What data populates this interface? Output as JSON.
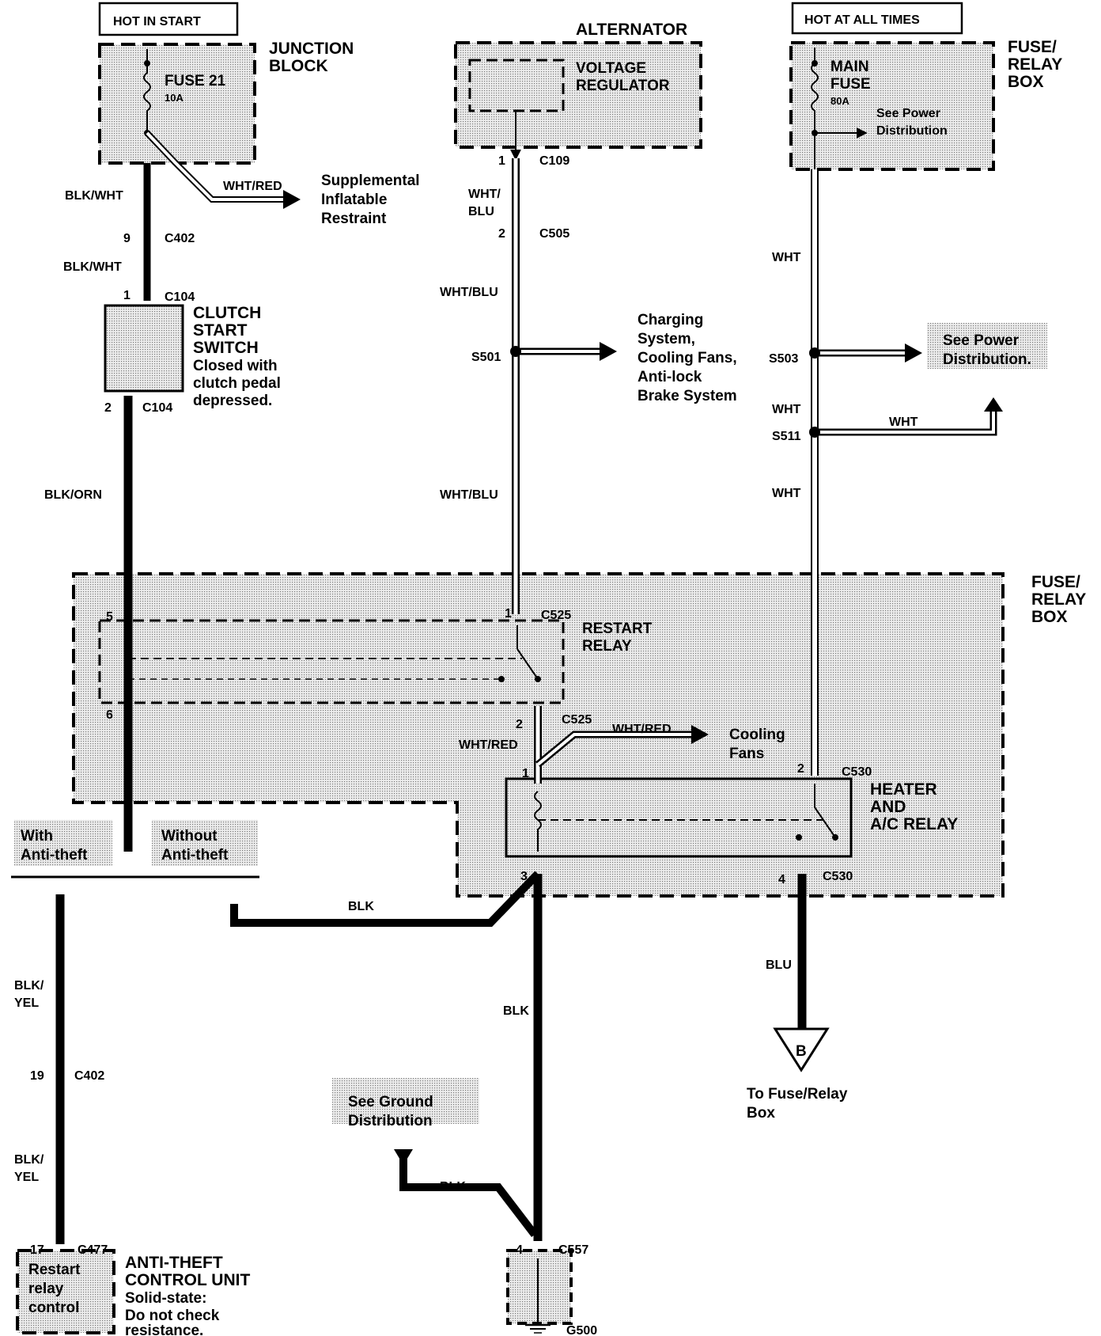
{
  "headers": {
    "hot_in_start": "HOT IN START",
    "hot_at_all_times": "HOT AT ALL TIMES"
  },
  "components": {
    "junction_block": {
      "line1": "JUNCTION",
      "line2": "BLOCK",
      "fuse_name": "FUSE 21",
      "fuse_rating": "10A"
    },
    "alternator": {
      "title": "ALTERNATOR",
      "regulator_line1": "VOLTAGE",
      "regulator_line2": "REGULATOR"
    },
    "fuse_relay_box_top": {
      "line1": "FUSE/",
      "line2": "RELAY",
      "line3": "BOX",
      "main_fuse_line1": "MAIN",
      "main_fuse_line2": "FUSE",
      "rating": "80A",
      "see_line1": "See Power",
      "see_line2": "Distribution"
    },
    "clutch_start_switch": {
      "line1": "CLUTCH",
      "line2": "START",
      "line3": "SWITCH",
      "note1": "Closed with",
      "note2": "clutch pedal",
      "note3": "depressed."
    },
    "fuse_relay_box_main": {
      "line1": "FUSE/",
      "line2": "RELAY",
      "line3": "BOX"
    },
    "restart_relay": {
      "line1": "RESTART",
      "line2": "RELAY"
    },
    "heater_ac_relay": {
      "line1": "HEATER",
      "line2": "AND",
      "line3": "A/C RELAY"
    },
    "anti_theft": {
      "title1": "ANTI-THEFT",
      "title2": "CONTROL UNIT",
      "note1": "Solid-state:",
      "note2": "Do not check",
      "note3": "resistance.",
      "box1": "Restart",
      "box2": "relay",
      "box3": "control"
    }
  },
  "options": {
    "with_line1": "With",
    "with_line2": "Anti-theft",
    "without_line1": "Without",
    "without_line2": "Anti-theft"
  },
  "destinations": {
    "sir_line1": "Supplemental",
    "sir_line2": "Inflatable",
    "sir_line3": "Restraint",
    "charging_line1": "Charging",
    "charging_line2": "System,",
    "charging_line3": "Cooling Fans,",
    "charging_line4": "Anti-lock",
    "charging_line5": "Brake System",
    "power_line1": "See Power",
    "power_line2": "Distribution.",
    "cooling_line1": "Cooling",
    "cooling_line2": "Fans",
    "to_box_line1": "To Fuse/Relay",
    "to_box_line2": "Box",
    "ground_line1": "See Ground",
    "ground_line2": "Distribution",
    "offpage_marker": "B"
  },
  "wires": {
    "blk_wht_1": "BLK/WHT",
    "wht_red_sir": "WHT/RED",
    "blk_wht_2": "BLK/WHT",
    "blk_orn": "BLK/ORN",
    "wht_blu_a": "WHT/",
    "wht_blu_b": "BLU",
    "wht_blu_1": "WHT/BLU",
    "wht_blu_2": "WHT/BLU",
    "wht_1": "WHT",
    "wht_2": "WHT",
    "wht_3": "WHT",
    "wht_4": "WHT",
    "wht_red_1": "WHT/RED",
    "wht_red_2": "WHT/RED",
    "blk_yel_1a": "BLK/",
    "blk_yel_1b": "YEL",
    "blk_yel_2a": "BLK/",
    "blk_yel_2b": "YEL",
    "blk_1": "BLK",
    "blk_2": "BLK",
    "blk_3": "BLK",
    "blu": "BLU"
  },
  "connectors": {
    "c402_top": {
      "name": "C402",
      "pin": "9"
    },
    "c104_in": {
      "name": "C104",
      "pin": "1"
    },
    "c104_out": {
      "name": "C104",
      "pin": "2"
    },
    "c109": {
      "name": "C109",
      "pin": "1"
    },
    "c505": {
      "name": "C505",
      "pin": "2"
    },
    "c525_1": {
      "name": "C525",
      "pin": "1"
    },
    "c525_2": {
      "name": "C525",
      "pin": "2"
    },
    "pin5": "5",
    "pin6": "6",
    "c530_in": {
      "name": "C530",
      "pin": "2"
    },
    "c530_out": {
      "name": "C530",
      "pin": "4"
    },
    "relay_pin1": "1",
    "relay_pin3": "3",
    "c402_bot": {
      "name": "C402",
      "pin": "19"
    },
    "c477": {
      "name": "C477",
      "pin": "17"
    },
    "c557": {
      "name": "C557",
      "pin": "4"
    },
    "g500": "G500"
  },
  "splices": {
    "s501": "S501",
    "s503": "S503",
    "s511": "S511"
  }
}
